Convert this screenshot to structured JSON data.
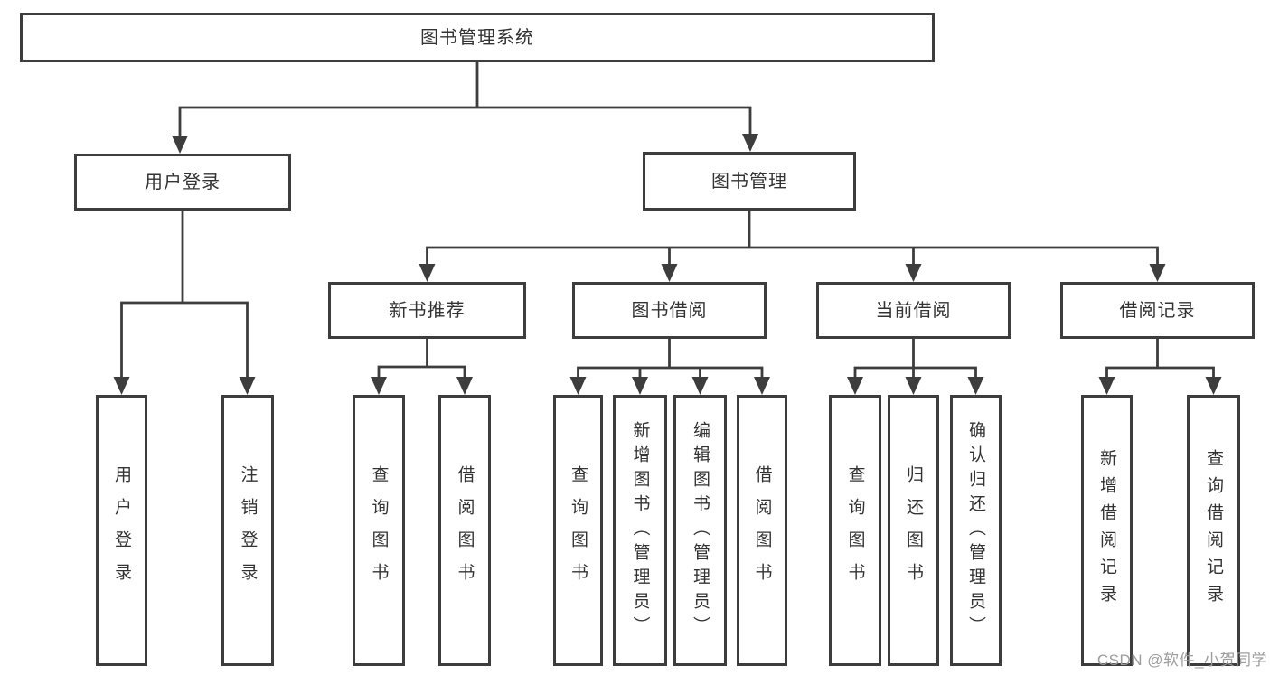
{
  "diagram": {
    "tree": {
      "root": {
        "label": "图书管理系统"
      },
      "level2": [
        {
          "label": "用户登录",
          "children": [
            {
              "label": "用户登录"
            },
            {
              "label": "注销登录"
            }
          ]
        },
        {
          "label": "图书管理",
          "children": [
            {
              "label": "新书推荐",
              "children": [
                {
                  "label": "查询图书"
                },
                {
                  "label": "借阅图书"
                }
              ]
            },
            {
              "label": "图书借阅",
              "children": [
                {
                  "label": "查询图书"
                },
                {
                  "label": "新增图书（管理员）"
                },
                {
                  "label": "编辑图书（管理员）"
                },
                {
                  "label": "借阅图书"
                }
              ]
            },
            {
              "label": "当前借阅",
              "children": [
                {
                  "label": "查询图书"
                },
                {
                  "label": "归还图书"
                },
                {
                  "label": "确认归还（管理员）"
                }
              ]
            },
            {
              "label": "借阅记录",
              "children": [
                {
                  "label": "新增借阅记录"
                },
                {
                  "label": "查询借阅记录"
                }
              ]
            }
          ]
        }
      ]
    }
  },
  "watermark": {
    "text": "CSDN @软件_小贺同学"
  },
  "colors": {
    "line": "#3d3d3d",
    "text": "#333333",
    "background": "#ffffff",
    "watermark": "#9c9c9c"
  }
}
